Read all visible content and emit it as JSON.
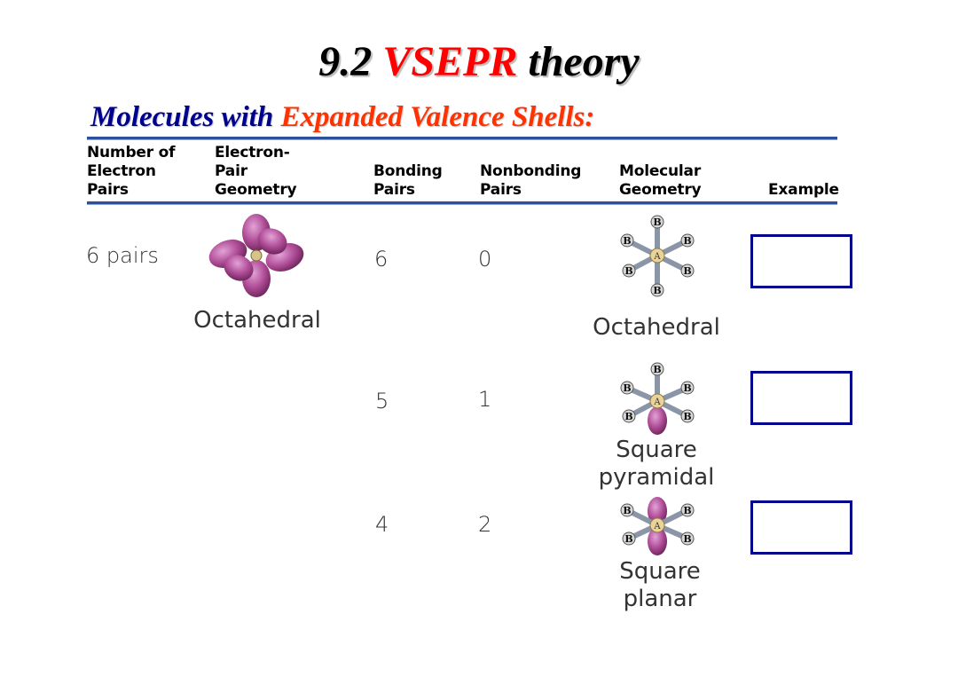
{
  "title": {
    "number": "9.2",
    "highlight": "VSEPR",
    "rest": "theory"
  },
  "subtitle": {
    "part1": "Molecules with",
    "part2": "Expanded Valence Shells:"
  },
  "headers": {
    "electron_pairs": [
      "Number of",
      "Electron",
      "Pairs"
    ],
    "pair_geometry": [
      "Electron-",
      "Pair",
      "Geometry"
    ],
    "bonding_pairs": [
      "Bonding",
      "Pairs"
    ],
    "nonbonding_pairs": [
      "Nonbonding",
      "Pairs"
    ],
    "molecular_geometry": [
      "Molecular",
      "Geometry"
    ],
    "example": "Example"
  },
  "electron_pair_count": "6 pairs",
  "electron_pair_geometry": "Octahedral",
  "rows": [
    {
      "bonding": "6",
      "nonbonding": "0",
      "geometry": [
        "Octahedral"
      ]
    },
    {
      "bonding": "5",
      "nonbonding": "1",
      "geometry": [
        "Square",
        "pyramidal"
      ]
    },
    {
      "bonding": "4",
      "nonbonding": "2",
      "geometry": [
        "Square",
        "planar"
      ]
    }
  ],
  "atoms": {
    "central": "A",
    "bonded": "B"
  },
  "colors": {
    "rule": "#2d4fa0",
    "box_border": "#00008f",
    "lobe": "#b04e98",
    "highlight": "#ff0000",
    "subtitle_blue": "#00008f",
    "subtitle_orange": "#ff3300"
  },
  "icons": [
    "octahedral-orbital-icon",
    "octahedral-molecule-icon",
    "square-pyramidal-molecule-icon",
    "square-planar-molecule-icon"
  ]
}
